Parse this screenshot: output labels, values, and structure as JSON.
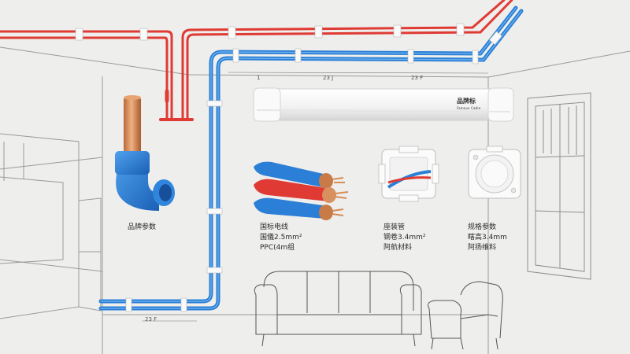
{
  "colors": {
    "background": "#eeeeec",
    "line_sketch": "#8a8a8a",
    "electric_red": "#e03a34",
    "water_blue": "#2b7fd6",
    "copper": "#d98b55",
    "pvc_white": "#f7f7f7"
  },
  "elbow_fitting": {
    "caption": "品牌参数"
  },
  "wire_bundle": {
    "lines": [
      "国标电线",
      "国儀2.5mm²",
      "PPC(4m组"
    ]
  },
  "square_conduit": {
    "lines": [
      "座装管",
      "钢卷3.4mm²",
      "阿航材料"
    ]
  },
  "round_box": {
    "lines": [
      "规格参数",
      "瞎高3.4mm",
      "阿扬维料"
    ]
  },
  "pvc_pipe": {
    "brand_name": "品牌标",
    "brand_sub": "Famous Cable"
  },
  "dimension_marks": {
    "top_a": "1",
    "top_b": "23 J",
    "top_c": "23 F",
    "bottom": "23 F"
  },
  "icons": [
    "pvc-elbow-icon",
    "copper-wire-icon",
    "square-junction-box-icon",
    "round-junction-box-icon",
    "sofa-sketch-icon",
    "armchair-sketch-icon",
    "window-sketch-icon",
    "tv-cabinet-sketch-icon"
  ]
}
